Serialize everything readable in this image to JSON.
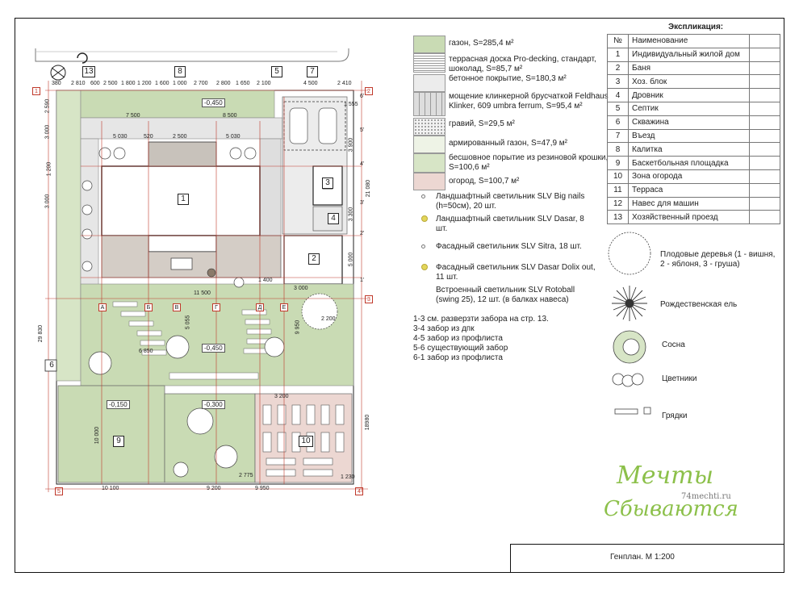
{
  "explication": {
    "title": "Экспликация:",
    "header_num": "№",
    "header_name": "Наименование",
    "rows": [
      {
        "num": "1",
        "name": "Индивидуальный жилой дом"
      },
      {
        "num": "2",
        "name": "Баня"
      },
      {
        "num": "3",
        "name": "Хоз. блок"
      },
      {
        "num": "4",
        "name": "Дровник"
      },
      {
        "num": "5",
        "name": "Септик"
      },
      {
        "num": "6",
        "name": "Скважина"
      },
      {
        "num": "7",
        "name": "Въезд"
      },
      {
        "num": "8",
        "name": "Калитка"
      },
      {
        "num": "9",
        "name": "Баскетбольная площадка"
      },
      {
        "num": "10",
        "name": "Зона огорода"
      },
      {
        "num": "11",
        "name": "Терраса"
      },
      {
        "num": "12",
        "name": "Навес для машин"
      },
      {
        "num": "13",
        "name": "Хозяйственный проезд"
      }
    ]
  },
  "legend": {
    "lawn": "газон, S=285,4 м²",
    "terrace": "террасная доска Pro-decking, стандарт, шоколад, S=85,7 м²",
    "concrete": "бетонное покрытие, S=180,3 м²",
    "paving": "мощение клинкерной брусчаткой Feldhaus Klinker, 609 umbra ferrum, S=95,4 м²",
    "gravel": "гравий, S=29,5 м²",
    "reinforced_lawn": "армированный газон, S=47,9 м²",
    "rubber": "бесшовное порытие из резиновой крошки, S=100,6 м²",
    "garden": "огород, S=100,7 м²",
    "colors": {
      "lawn": "#c9dbb4",
      "rubber": "#d7e5c6",
      "garden": "#ecd7d2",
      "concrete": "#ececec",
      "accent": "#c0392b",
      "light": "#e3d65a"
    }
  },
  "lights": [
    {
      "text": "Ландшафтный светильник SLV Big nails (h=50см), 20 шт.",
      "icon": "small-circle-icon"
    },
    {
      "text": "Ландшафтный светильник SLV Dasar, 8 шт.",
      "icon": "yellow-light-icon"
    },
    {
      "text": "Фасадный светильник SLV Sitra, 18 шт.",
      "icon": "small-circle-icon"
    },
    {
      "text": "Фасадный светильник SLV Dasar Dolix out, 11 шт.",
      "icon": "yellow-light-icon"
    },
    {
      "text": "Встроенный светильник SLV Rotoball (swing 25), 12 шт. (в балках навеса)",
      "icon": "none"
    }
  ],
  "fence_notes": [
    "1-3 см. разверзти забора на стр. 13.",
    "3-4 забор из дпк",
    "4-5 забор из профлиста",
    "5-6 существующий забор",
    "6-1 забор из профлиста"
  ],
  "symbols": {
    "fruit_trees": "Плодовые деревья (1 - вишня, 2 - яблоня, 3 - груша)",
    "spruce": "Рождественская ель",
    "pine": "Сосна",
    "flowerbeds": "Цветники",
    "beds": "Грядки"
  },
  "logo": {
    "line1": "Мечты",
    "site": "74mechti.ru",
    "line2": "Сбываются"
  },
  "title_block": "Генплан. М 1:200",
  "plan": {
    "house_num": "1",
    "banya_num": "2",
    "hozblok_num": "3",
    "drovnik_num": "4",
    "court_num": "9",
    "garden_num": "10",
    "top_markers": [
      "13",
      "8",
      "5",
      "7"
    ],
    "level_marks": [
      "-0,450",
      "-0,450",
      "-0,150",
      "-0,300"
    ],
    "dims_top": [
      "2 810",
      "600",
      "2 500",
      "1 800",
      "1 200",
      "1 600",
      "1 000",
      "2 700",
      "2 800",
      "1 650",
      "2 100",
      "4 500",
      "2 410"
    ],
    "dims_row2": [
      "7 500",
      "8 500"
    ],
    "dims_row3": [
      "5 030",
      "520",
      "2 500",
      "5 030"
    ],
    "dims_bottom": [
      "10 100",
      "9 200",
      "9 950",
      "1 230"
    ],
    "dims_left": [
      "29 830",
      "3 000",
      "1 200",
      "3 000",
      "2 590"
    ],
    "dims_right": [
      "21 080",
      "18980",
      "3 900",
      "5 000",
      "3 300"
    ],
    "dims_misc": [
      "6 850",
      "5 055",
      "9 950",
      "2 200",
      "3 200",
      "3 000",
      "11 500",
      "1 400",
      "2 775",
      "10 000",
      "1 555"
    ],
    "axes_top": [
      "А",
      "Б",
      "В",
      "Г",
      "Д",
      "Е"
    ],
    "axes_right": [
      "6'",
      "5'",
      "4'",
      "3'",
      "2'",
      "1'"
    ],
    "corner_marks": [
      "1",
      "2",
      "3",
      "4",
      "5",
      "6"
    ],
    "scale_text": "380"
  }
}
